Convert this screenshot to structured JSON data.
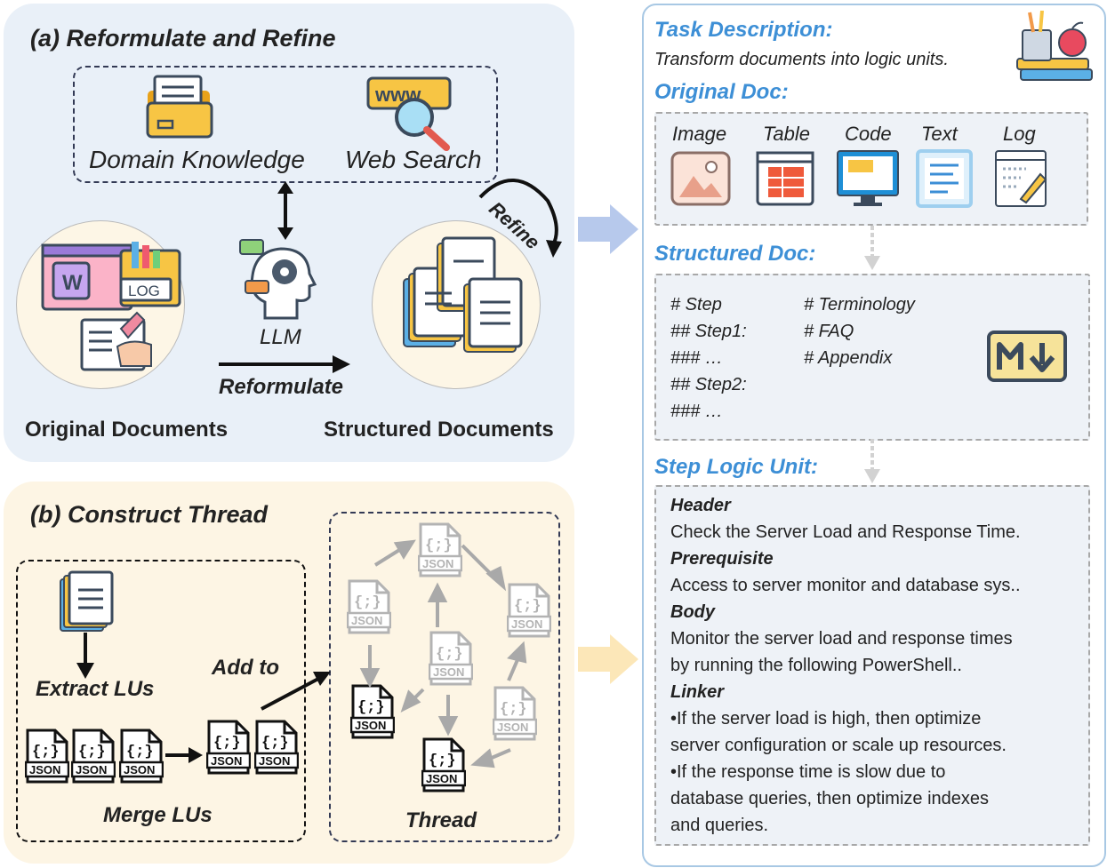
{
  "panel_a": {
    "title": "(a) Reformulate and Refine",
    "domain_knowledge": "Domain Knowledge",
    "web_search": "Web Search",
    "www_label": "www",
    "llm": "LLM",
    "reformulate": "Reformulate",
    "refine": "Refine",
    "original_documents": "Original Documents",
    "structured_documents": "Structured Documents",
    "w_letter": "W",
    "log_letter": "LOG"
  },
  "panel_b": {
    "title": "(b) Construct Thread",
    "extract_lus": "Extract LUs",
    "merge_lus": "Merge LUs",
    "add_to": "Add to",
    "thread": "Thread",
    "json_label": "JSON",
    "json_glyph": "{;}"
  },
  "right": {
    "task_description_heading": "Task Description:",
    "task_description": "Transform documents into logic units.",
    "original_doc_heading": "Original Doc:",
    "doc_types": [
      "Image",
      "Table",
      "Code",
      "Text",
      "Log"
    ],
    "structured_doc_heading": "Structured Doc:",
    "structured_left": [
      "# Step",
      "## Step1:",
      "### …",
      "## Step2:",
      "### …"
    ],
    "structured_right": [
      "# Terminology",
      "# FAQ",
      "# Appendix"
    ],
    "step_logic_unit_heading": "Step Logic Unit:",
    "header_label": "Header",
    "header_text": "Check the Server Load and Response Time.",
    "prerequisite_label": "Prerequisite",
    "prerequisite_text": "Access to server monitor and database sys..",
    "body_label": "Body",
    "body_text_1": "Monitor the server load and response times",
    "body_text_2": "by running the following PowerShell..",
    "linker_label": "Linker",
    "linker_1a": "•If the server load is high, then optimize",
    "linker_1b": "server configuration or scale up resources.",
    "linker_2a": "•If the response time is slow due to",
    "linker_2b": "database queries, then optimize indexes",
    "linker_2c": "and queries."
  }
}
